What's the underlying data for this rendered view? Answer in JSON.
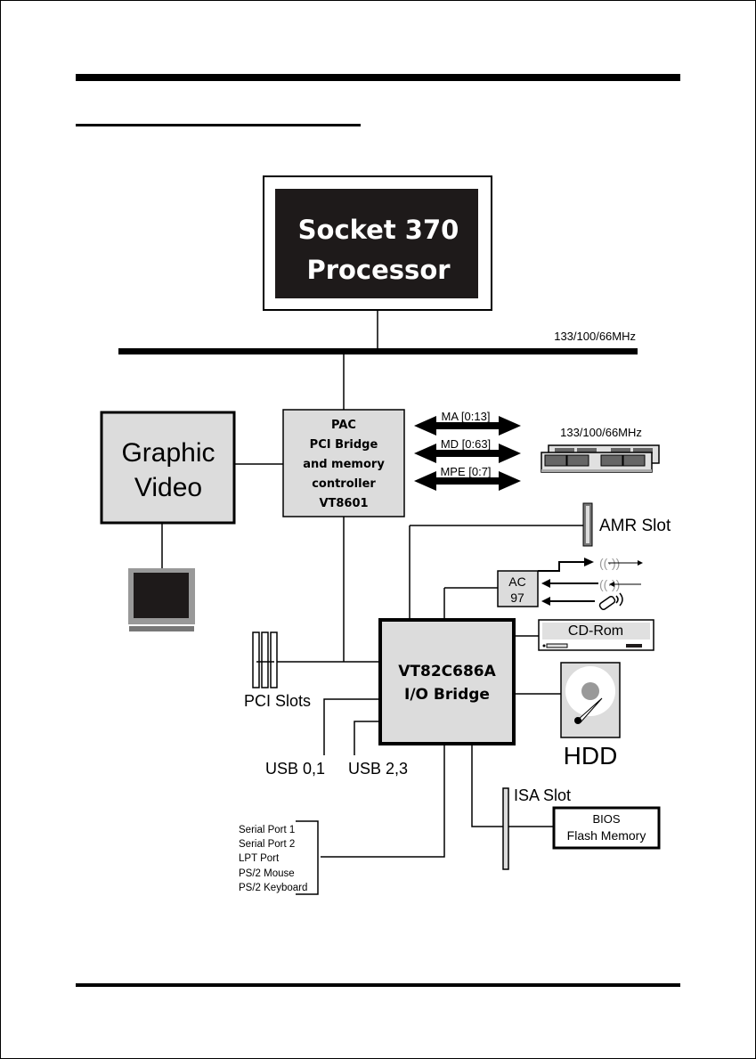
{
  "page": {
    "header_rule": "top-rule",
    "section_rule": "section-underline",
    "footer_rule": "bottom-rule"
  },
  "colors": {
    "line": "#000000",
    "box_fill": "#dcdcdc",
    "dark_fill": "#1e1a1a",
    "monitor_frame": "#999999",
    "slot_fill": "#dddddd",
    "ram_fill": "#e0e0e0",
    "sound_gray": "#9a9a9a"
  },
  "processor": {
    "line1": "Socket 370",
    "line2": "Processor"
  },
  "host_bus": {
    "speed": "133/100/66MHz"
  },
  "north_bridge": {
    "line1": "PAC",
    "line2": "PCI Bridge",
    "line3": "and memory",
    "line4": "controller",
    "line5": "VT8601"
  },
  "graphic": {
    "line1": "Graphic",
    "line2": "Video"
  },
  "memory_buses": [
    {
      "label": "MA [0:13]"
    },
    {
      "label": "MD [0:63]"
    },
    {
      "label": "MPE [0:7]"
    }
  ],
  "memory": {
    "speed": "133/100/66MHz"
  },
  "south_bridge": {
    "line1": "VT82C686A",
    "line2": "I/O Bridge"
  },
  "amr": {
    "label": "AMR Slot"
  },
  "ac97": {
    "line1": "AC",
    "line2": "97"
  },
  "cdrom": {
    "label": "CD-Rom"
  },
  "hdd": {
    "label": "HDD"
  },
  "pci": {
    "label": "PCI Slots"
  },
  "usb": [
    {
      "label": "USB 0,1"
    },
    {
      "label": "USB 2,3"
    }
  ],
  "isa": {
    "label": "ISA Slot"
  },
  "bios": {
    "line1": "BIOS",
    "line2": "Flash Memory"
  },
  "io_ports": [
    {
      "label": "Serial Port 1"
    },
    {
      "label": "Serial Port 2"
    },
    {
      "label": "LPT Port"
    },
    {
      "label": "PS/2 Mouse"
    },
    {
      "label": "PS/2 Keyboard"
    }
  ]
}
